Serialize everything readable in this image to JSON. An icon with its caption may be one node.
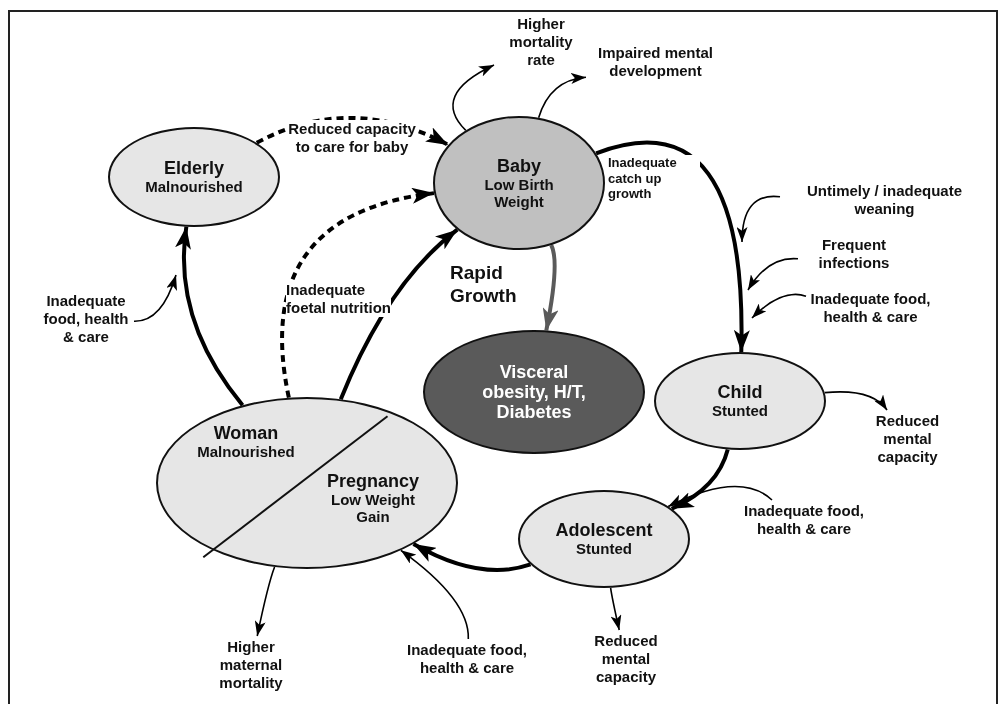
{
  "diagram": {
    "nodes": [
      {
        "text": [
          "Elderly",
          "Malnourished"
        ]
      },
      {
        "text": [
          "Baby",
          "Low Birth Weight"
        ]
      },
      {
        "text": [
          "Visceral obesity, H/T, Diabetes"
        ]
      },
      {
        "text": [
          "Child",
          "Stunted"
        ]
      },
      {
        "text": [
          "Adolescent",
          "Stunted"
        ]
      },
      {
        "text": [
          "Woman",
          "Malnourished",
          "Pregnancy",
          "Low Weight Gain"
        ]
      },
      {
        "text": [
          "Higher mortality rate"
        ]
      },
      {
        "text": [
          "Impaired mental development"
        ]
      },
      {
        "text": [
          "Untimely / inadequate weaning"
        ]
      },
      {
        "text": [
          "Frequent infections"
        ]
      },
      {
        "text": [
          "Inadequate food, health & care"
        ]
      },
      {
        "text": [
          "Reduced mental capacity"
        ]
      },
      {
        "text": [
          "Inadequate food, health & care"
        ]
      },
      {
        "text": [
          "Reduced mental capacity"
        ]
      },
      {
        "text": [
          "Inadequate food, health & care"
        ]
      },
      {
        "text": [
          "Higher maternal mortality"
        ]
      },
      {
        "text": [
          "Inadequate food, health & care"
        ]
      }
    ],
    "edges": [
      {
        "from": 0,
        "to": 1,
        "arrow": "to",
        "style": "dashed",
        "label": "Reduced capacity to care for baby"
      },
      {
        "from": 5,
        "to": 1,
        "arrow": "to",
        "style": "dashed"
      },
      {
        "from": 5,
        "to": 1,
        "arrow": "to",
        "style": "thick",
        "label": "Inadequate foetal nutrition"
      },
      {
        "from": 5,
        "to": 0,
        "arrow": "to",
        "style": "thick"
      },
      {
        "from": 1,
        "to": 2,
        "arrow": "to",
        "style": "thick",
        "color": "#5a5a5a",
        "label": "Rapid Growth"
      },
      {
        "from": 1,
        "to": 3,
        "arrow": "to",
        "style": "thick",
        "label": "Inadequate catch up growth"
      },
      {
        "from": 3,
        "to": 4,
        "arrow": "to",
        "style": "thick"
      },
      {
        "from": 4,
        "to": 5,
        "arrow": "to",
        "style": "thick"
      },
      {
        "from": 1,
        "to": 6,
        "arrow": "to"
      },
      {
        "from": 1,
        "to": 7,
        "arrow": "to"
      },
      {
        "from": 3,
        "to": 11,
        "arrow": "to"
      },
      {
        "from": 4,
        "to": 13,
        "arrow": "to"
      },
      {
        "from": 5,
        "to": 15,
        "arrow": "to"
      },
      {
        "from": 8,
        "to": null,
        "arrow": "to"
      },
      {
        "from": 9,
        "to": null,
        "arrow": "to"
      },
      {
        "from": 10,
        "to": null,
        "arrow": "to"
      },
      {
        "from": 12,
        "to": 4,
        "arrow": "to"
      },
      {
        "from": 14,
        "to": 5,
        "arrow": "to"
      },
      {
        "from": 16,
        "to": null,
        "arrow": "to"
      }
    ]
  }
}
